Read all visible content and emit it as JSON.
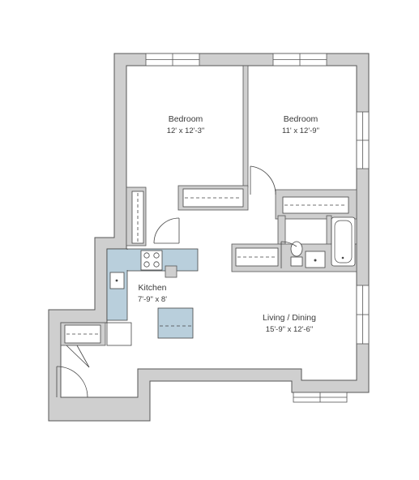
{
  "colors": {
    "wall": "#cfcfcf",
    "wall_edge": "#555555",
    "fixture": "#b9cfdc",
    "line": "#444444"
  },
  "rooms": {
    "bedroom_1": {
      "name": "Bedroom",
      "dims": "12' x 12'-3\""
    },
    "bedroom_2": {
      "name": "Bedroom",
      "dims": "11' x 12'-9\""
    },
    "kitchen": {
      "name": "Kitchen",
      "dims": "7'-9\" x 8'"
    },
    "living_dining": {
      "name": "Living / Dining",
      "dims": "15'-9\" x 12'-6\""
    }
  }
}
